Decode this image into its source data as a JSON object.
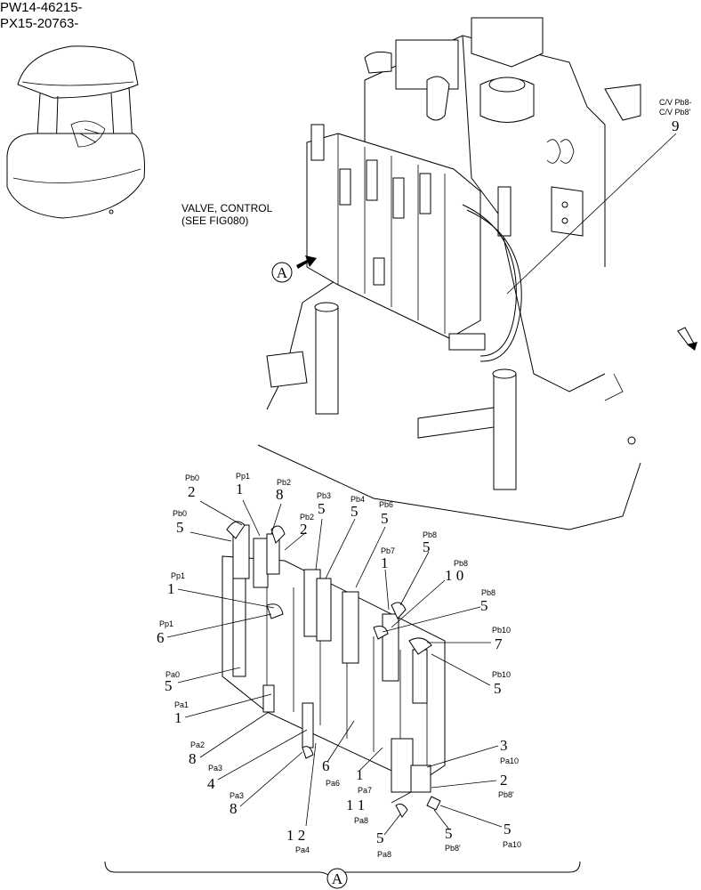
{
  "serials": [
    "PW14-46215-",
    "PX15-20763-"
  ],
  "valve_note": [
    "VALVE, CONTROL",
    "(SEE FIG080)"
  ],
  "hose_label": [
    "C/V Pb8-",
    "C/V Pb8'"
  ],
  "hose_number": "9",
  "view_marker": "A",
  "callouts": [
    {
      "port": "Pb0",
      "num": "2"
    },
    {
      "port": "Pp1",
      "num": "1"
    },
    {
      "port": "Pb2",
      "num": "8"
    },
    {
      "port": "Pb0",
      "num": "5"
    },
    {
      "port": "Pb3",
      "num": "5"
    },
    {
      "port": "Pb2",
      "num": "2"
    },
    {
      "port": "Pb4",
      "num": "5"
    },
    {
      "port": "Pb6",
      "num": "5"
    },
    {
      "port": "Pb8",
      "num": "5"
    },
    {
      "port": "Pb7",
      "num": "1"
    },
    {
      "port": "Pb8",
      "num": "1 0"
    },
    {
      "port": "Pp1",
      "num": "1"
    },
    {
      "port": "Pb8",
      "num": "5"
    },
    {
      "port": "Pp1",
      "num": "6"
    },
    {
      "port": "Pb10",
      "num": "7"
    },
    {
      "port": "Pa0",
      "num": "5"
    },
    {
      "port": "Pb10",
      "num": "5"
    },
    {
      "port": "Pa1",
      "num": "1"
    },
    {
      "port": "Pa2",
      "num": "8"
    },
    {
      "port": "Pa3",
      "num": "4"
    },
    {
      "port": "Pa6",
      "num": "6"
    },
    {
      "port": "Pa10",
      "num": "3"
    },
    {
      "port": "Pa3",
      "num": "8"
    },
    {
      "port": "Pa7",
      "num": "1"
    },
    {
      "port": "Pb8'",
      "num": "2"
    },
    {
      "port": "Pa8",
      "num": "1 1"
    },
    {
      "port": "Pa4",
      "num": "1 2"
    },
    {
      "port": "Pa8",
      "num": "5"
    },
    {
      "port": "Pb8'",
      "num": "5"
    },
    {
      "port": "Pa10",
      "num": "5"
    }
  ]
}
